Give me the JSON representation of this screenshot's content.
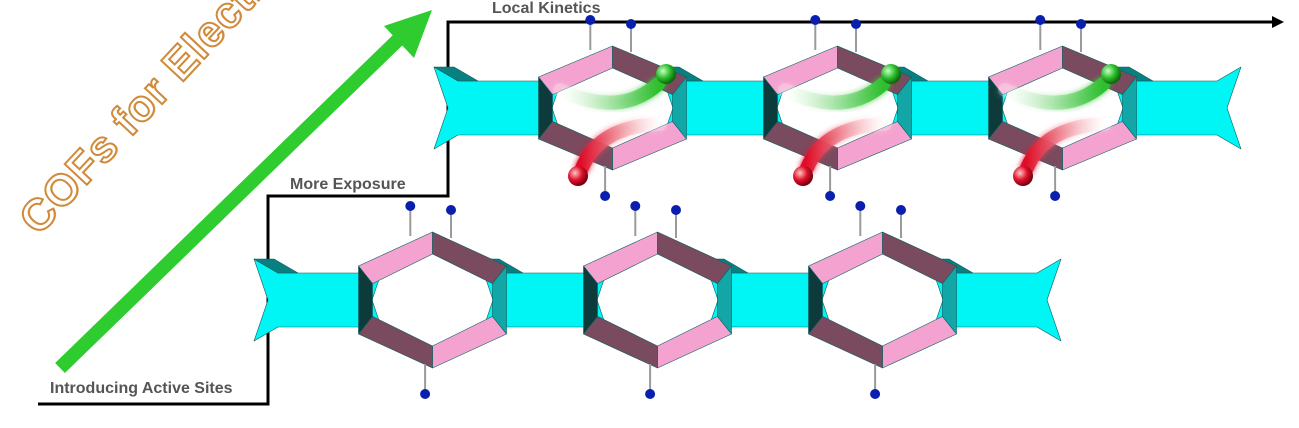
{
  "diagram": {
    "title": "COFs for Electrocatalysis",
    "steps": [
      {
        "label": "Introducing Active Sites"
      },
      {
        "label": "More Exposure"
      },
      {
        "label": "Local Kinetics"
      }
    ]
  },
  "colors": {
    "framework": "#00f5f5",
    "framework_dark": "#0a7f80",
    "linker_light": "#f4a3d0",
    "linker_dark": "#7a4a5e",
    "active_site": "#0a1fae",
    "arrow": "#2ecc2e",
    "green_species": "#2fbf2f",
    "red_species": "#e0102a",
    "step_line": "#000000"
  }
}
